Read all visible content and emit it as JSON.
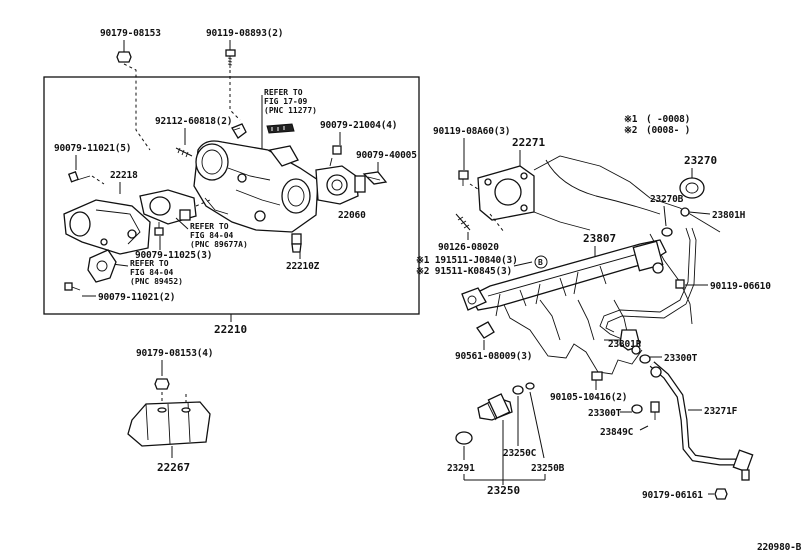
{
  "footer_code": "220980-B",
  "legend": {
    "mark1": "※1",
    "mark2": "※2",
    "range1": "(      -0008)",
    "range2": "(0008-      )"
  },
  "callout_b": "B",
  "refers": {
    "r1": [
      "REFER TO",
      "FIG 17-09",
      "(PNC 11277)"
    ],
    "r2": [
      "REFER TO",
      "FIG 84-04",
      "(PNC 89677A)"
    ],
    "r3": [
      "REFER TO",
      "FIG 84-04",
      "(PNC 89452)"
    ]
  },
  "parts": {
    "p90179_08153": "90179-08153",
    "p90119_08893": "90119-08893(2)",
    "p92112_60818": "92112-60818(2)",
    "p90079_21004": "90079-21004(4)",
    "p90079_11021_5": "90079-11021(5)",
    "p22218": "22218",
    "p90079_40005": "90079-40005",
    "p22060": "22060",
    "p90079_11025": "90079-11025(3)",
    "p22210Z": "22210Z",
    "p90079_11021_2": "90079-11021(2)",
    "p22210": "22210",
    "p90179_08153_4": "90179-08153(4)",
    "p22267": "22267",
    "p90119_08A60": "90119-08A60(3)",
    "p22271": "22271",
    "p23270": "23270",
    "p23270B": "23270B",
    "p23801H": "23801H",
    "p23807": "23807",
    "p90126_08020": "90126-08020",
    "p191511_J0840": "※1 191511-J0840(3)",
    "p291511_K0845": "※2 91511-K0845(3)",
    "p90119_06610": "90119-06610",
    "p90561_08009": "90561-08009(3)",
    "p23801P": "23801P",
    "p23300T_a": "23300T",
    "p90105_10416": "90105-10416(2)",
    "p23300T_b": "23300T",
    "p23271F": "23271F",
    "p23849C": "23849C",
    "p23250C": "23250C",
    "p23291": "23291",
    "p23250B": "23250B",
    "p23250": "23250",
    "p90179_06161": "90179-06161"
  }
}
